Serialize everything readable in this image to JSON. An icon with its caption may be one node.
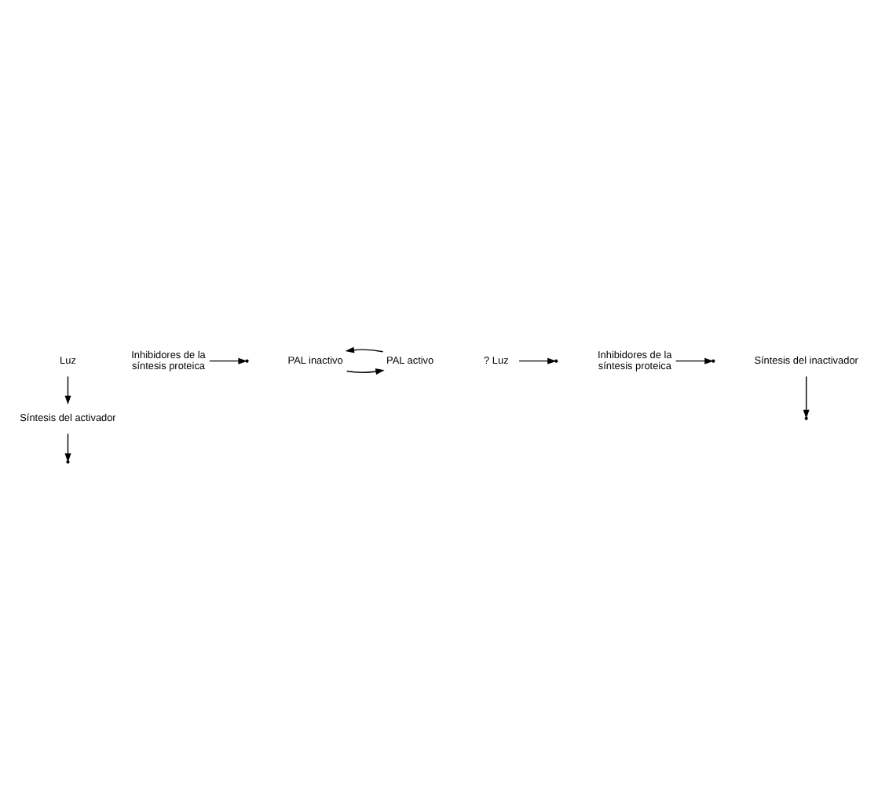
{
  "diagram": {
    "nodes": [
      {
        "text": [
          "Luz"
        ]
      },
      {
        "text": [
          "Síntesis del activador"
        ]
      },
      {
        "text": [
          "Inhibidores de la síntesis proteica"
        ]
      },
      {
        "text": [
          "PAL inactivo"
        ]
      },
      {
        "text": [
          "PAL activo"
        ]
      },
      {
        "text": [
          "? Luz"
        ]
      },
      {
        "text": [
          "Inhibidores de la síntesis proteica"
        ]
      },
      {
        "text": [
          "Síntesis del inactivador"
        ]
      }
    ],
    "edges": [
      {
        "from": 0,
        "to": 1,
        "arrow": "to"
      },
      {
        "from": 1,
        "to": null,
        "arrow": "to"
      },
      {
        "from": 2,
        "to": null,
        "arrow": "to"
      },
      {
        "from": 3,
        "to": 4,
        "arrow": "to"
      },
      {
        "from": 4,
        "to": 3,
        "arrow": "to"
      },
      {
        "from": 7,
        "to": null,
        "arrow": "to"
      },
      {
        "from": 5,
        "to": null,
        "arrow": "to"
      },
      {
        "from": 6,
        "to": null,
        "arrow": "to"
      }
    ]
  }
}
